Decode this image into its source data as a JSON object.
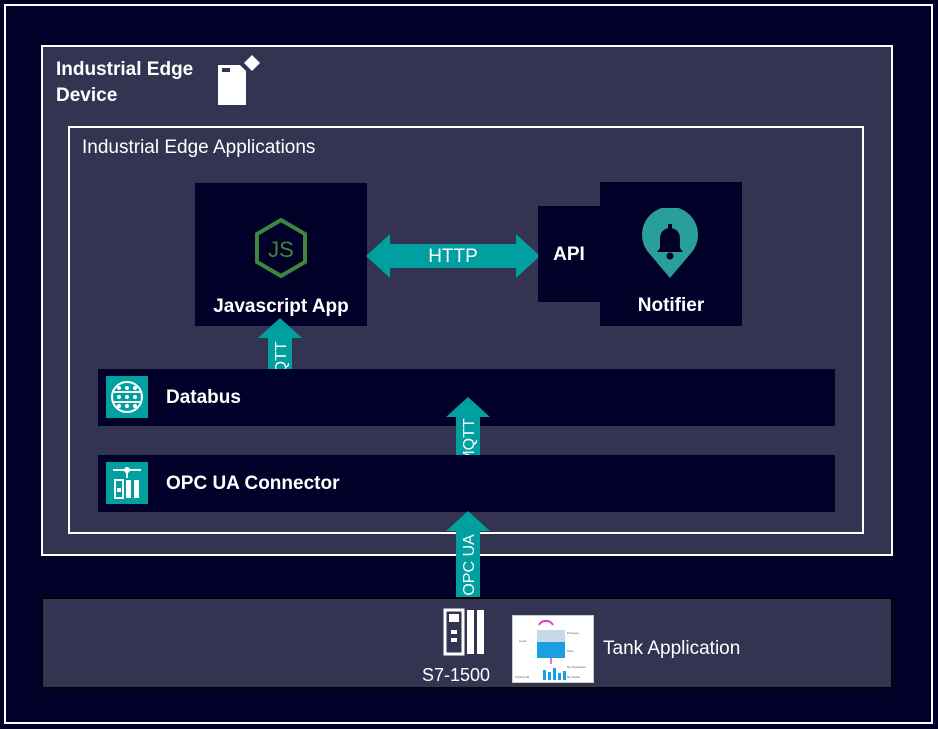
{
  "device": {
    "title_line1": "Industrial Edge",
    "title_line2": "Device"
  },
  "apps": {
    "title": "Industrial Edge Applications"
  },
  "javascript_app": {
    "label": "Javascript App",
    "logo_text": "JS"
  },
  "notifier": {
    "api_label": "API",
    "label": "Notifier"
  },
  "databus": {
    "label": "Databus"
  },
  "opc_connector": {
    "label": "OPC UA Connector"
  },
  "arrows": {
    "http": "HTTP",
    "mqtt_to_app": "MQTT",
    "mqtt_to_databus": "MQTT",
    "opc_ua": "OPC UA"
  },
  "plc": {
    "label": "S7-1500"
  },
  "tank": {
    "label": "Tank Application",
    "thumb": {
      "level": "Level",
      "tank": "Tank",
      "pressure": "Pressure",
      "no_production": "No Production",
      "no_faults": "No Faults",
      "product": "Product ID"
    }
  },
  "colors": {
    "background": "#000028",
    "panel": "#333352",
    "accent": "#00a0a0",
    "js_green": "#3c873a"
  }
}
